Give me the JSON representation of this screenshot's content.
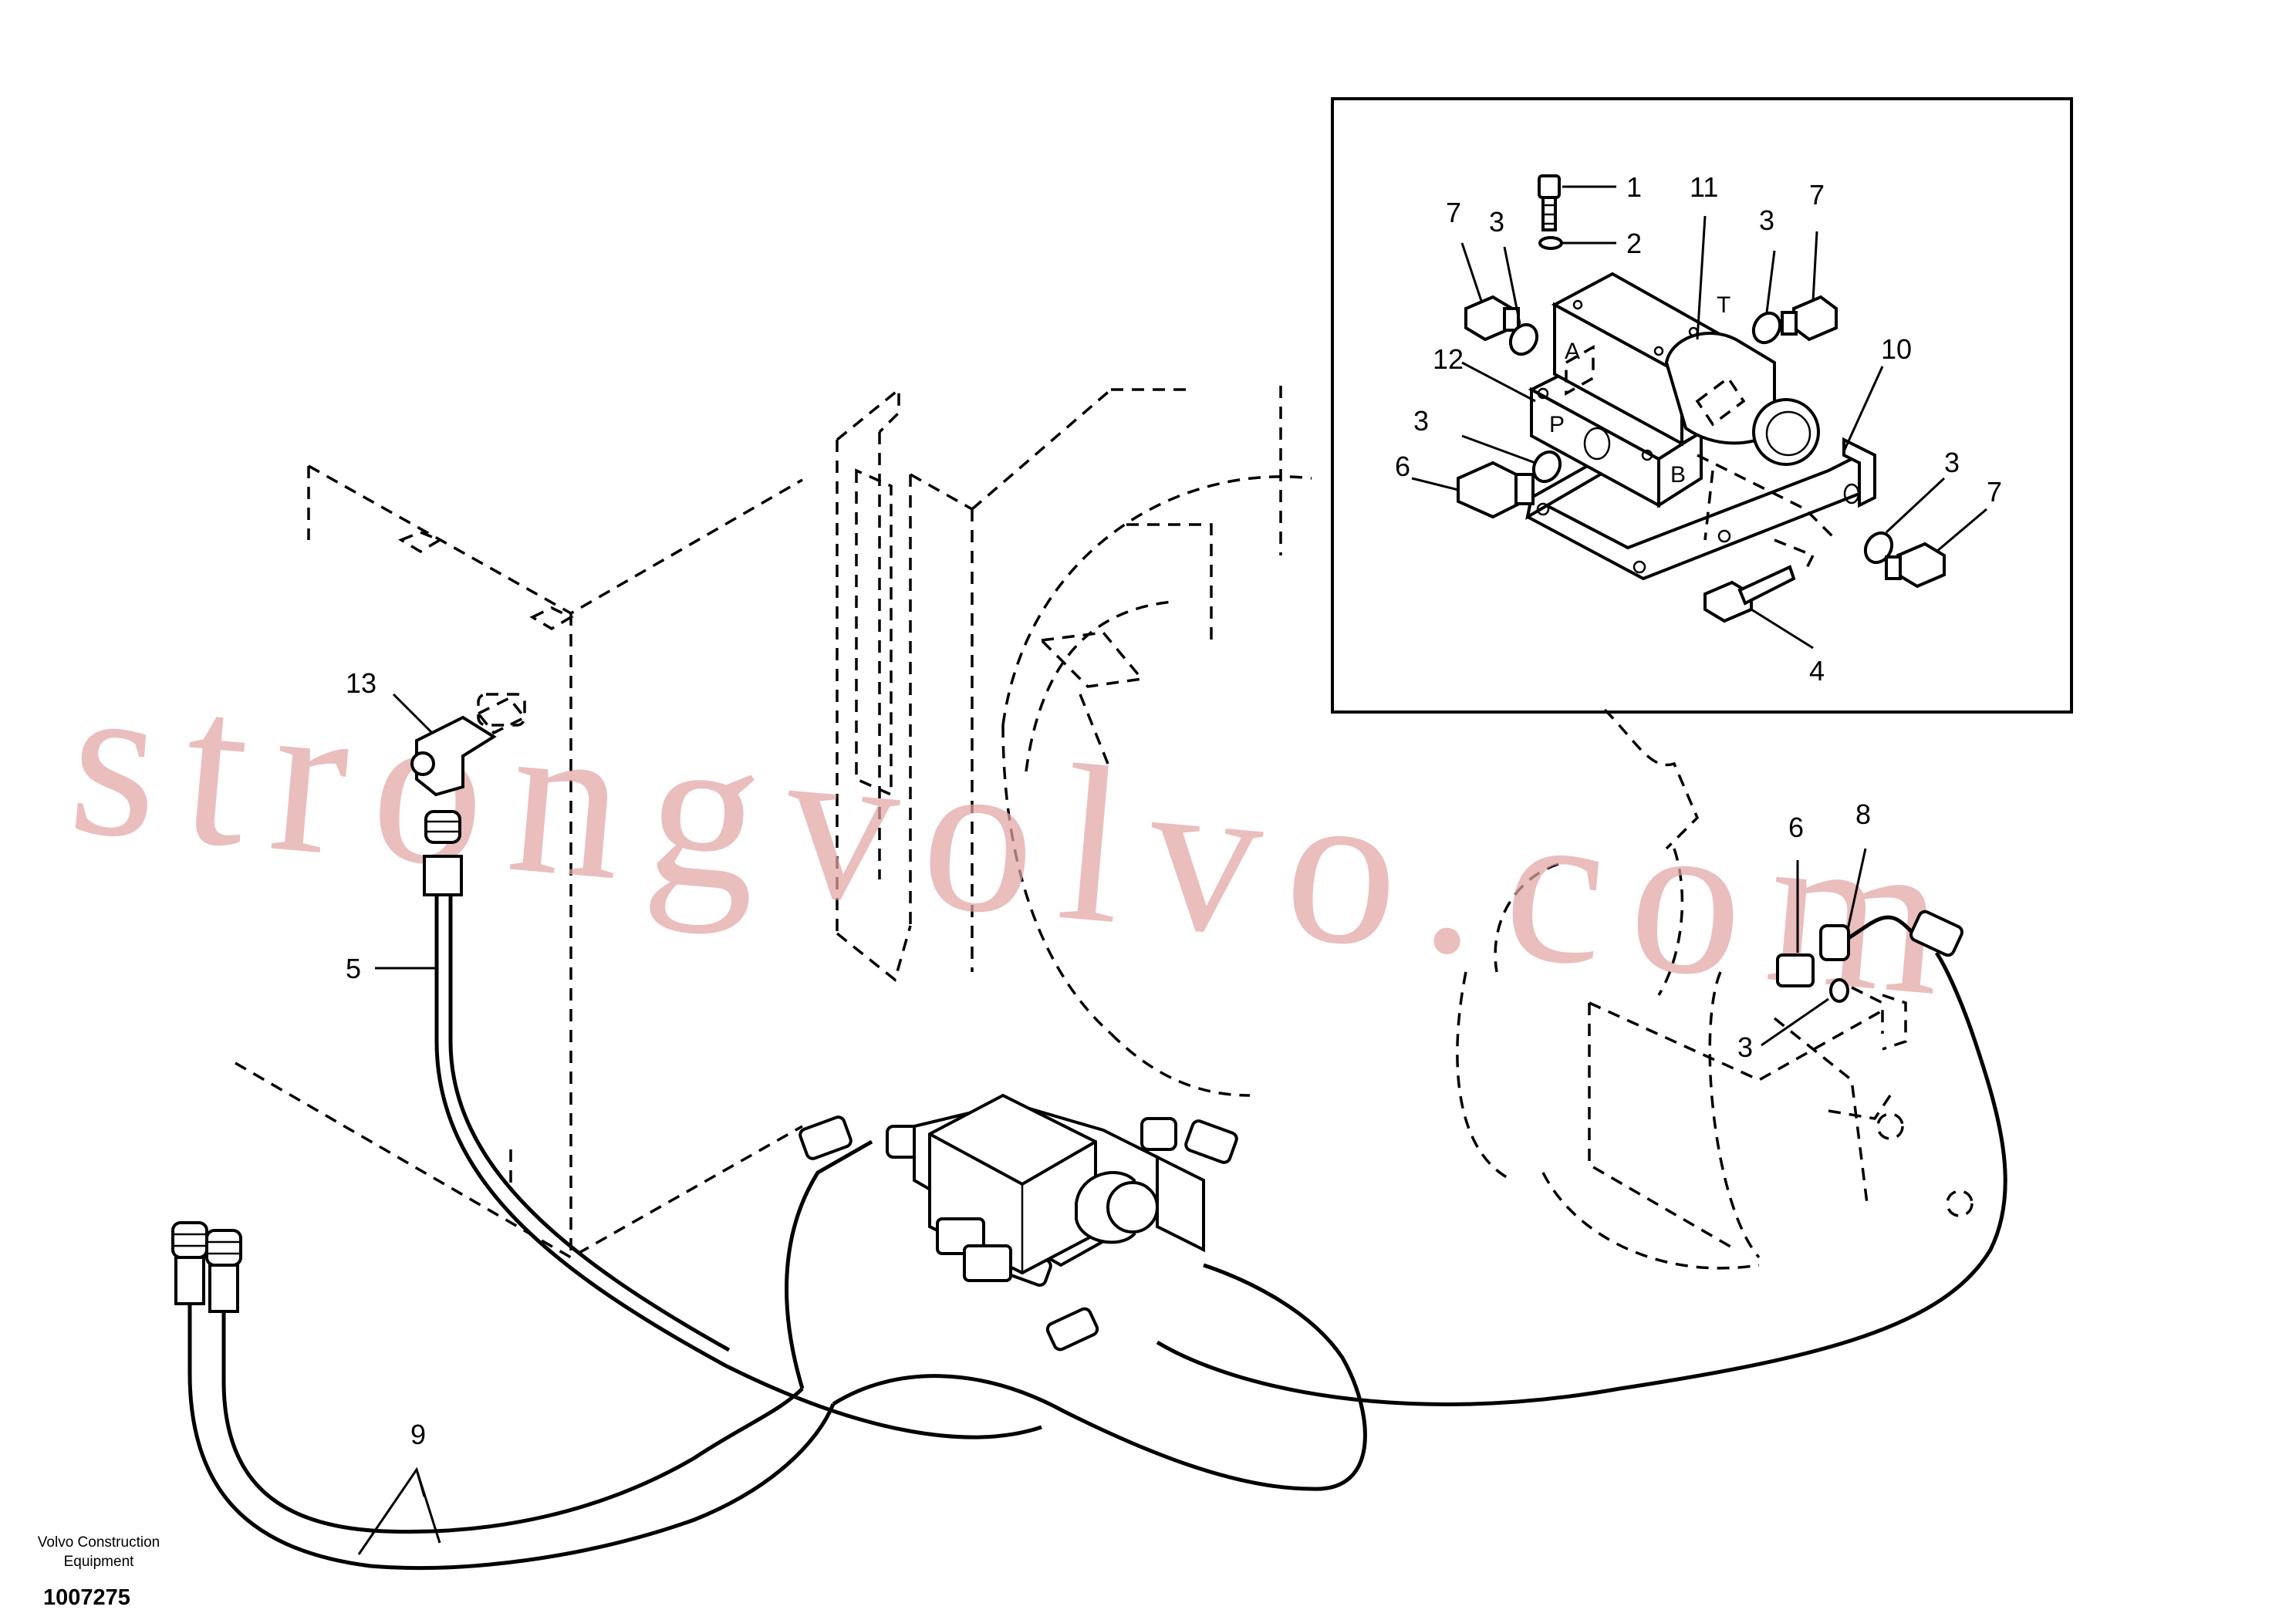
{
  "callouts": {
    "c1": "1",
    "c2": "2",
    "c3a": "3",
    "c3b": "3",
    "c3c": "3",
    "c3d": "3",
    "c3e": "3",
    "c4": "4",
    "c5": "5",
    "c6a": "6",
    "c6b": "6",
    "c7a": "7",
    "c7b": "7",
    "c7c": "7",
    "c8": "8",
    "c9": "9",
    "c10": "10",
    "c11": "11",
    "c12": "12",
    "c13": "13"
  },
  "ports": {
    "a": "A",
    "b": "B",
    "p": "P",
    "t": "T"
  },
  "watermark": "strongvolvo.com",
  "footer": {
    "brand_line1": "Volvo Construction",
    "brand_line2": "Equipment",
    "diagram_number": "1007275"
  }
}
